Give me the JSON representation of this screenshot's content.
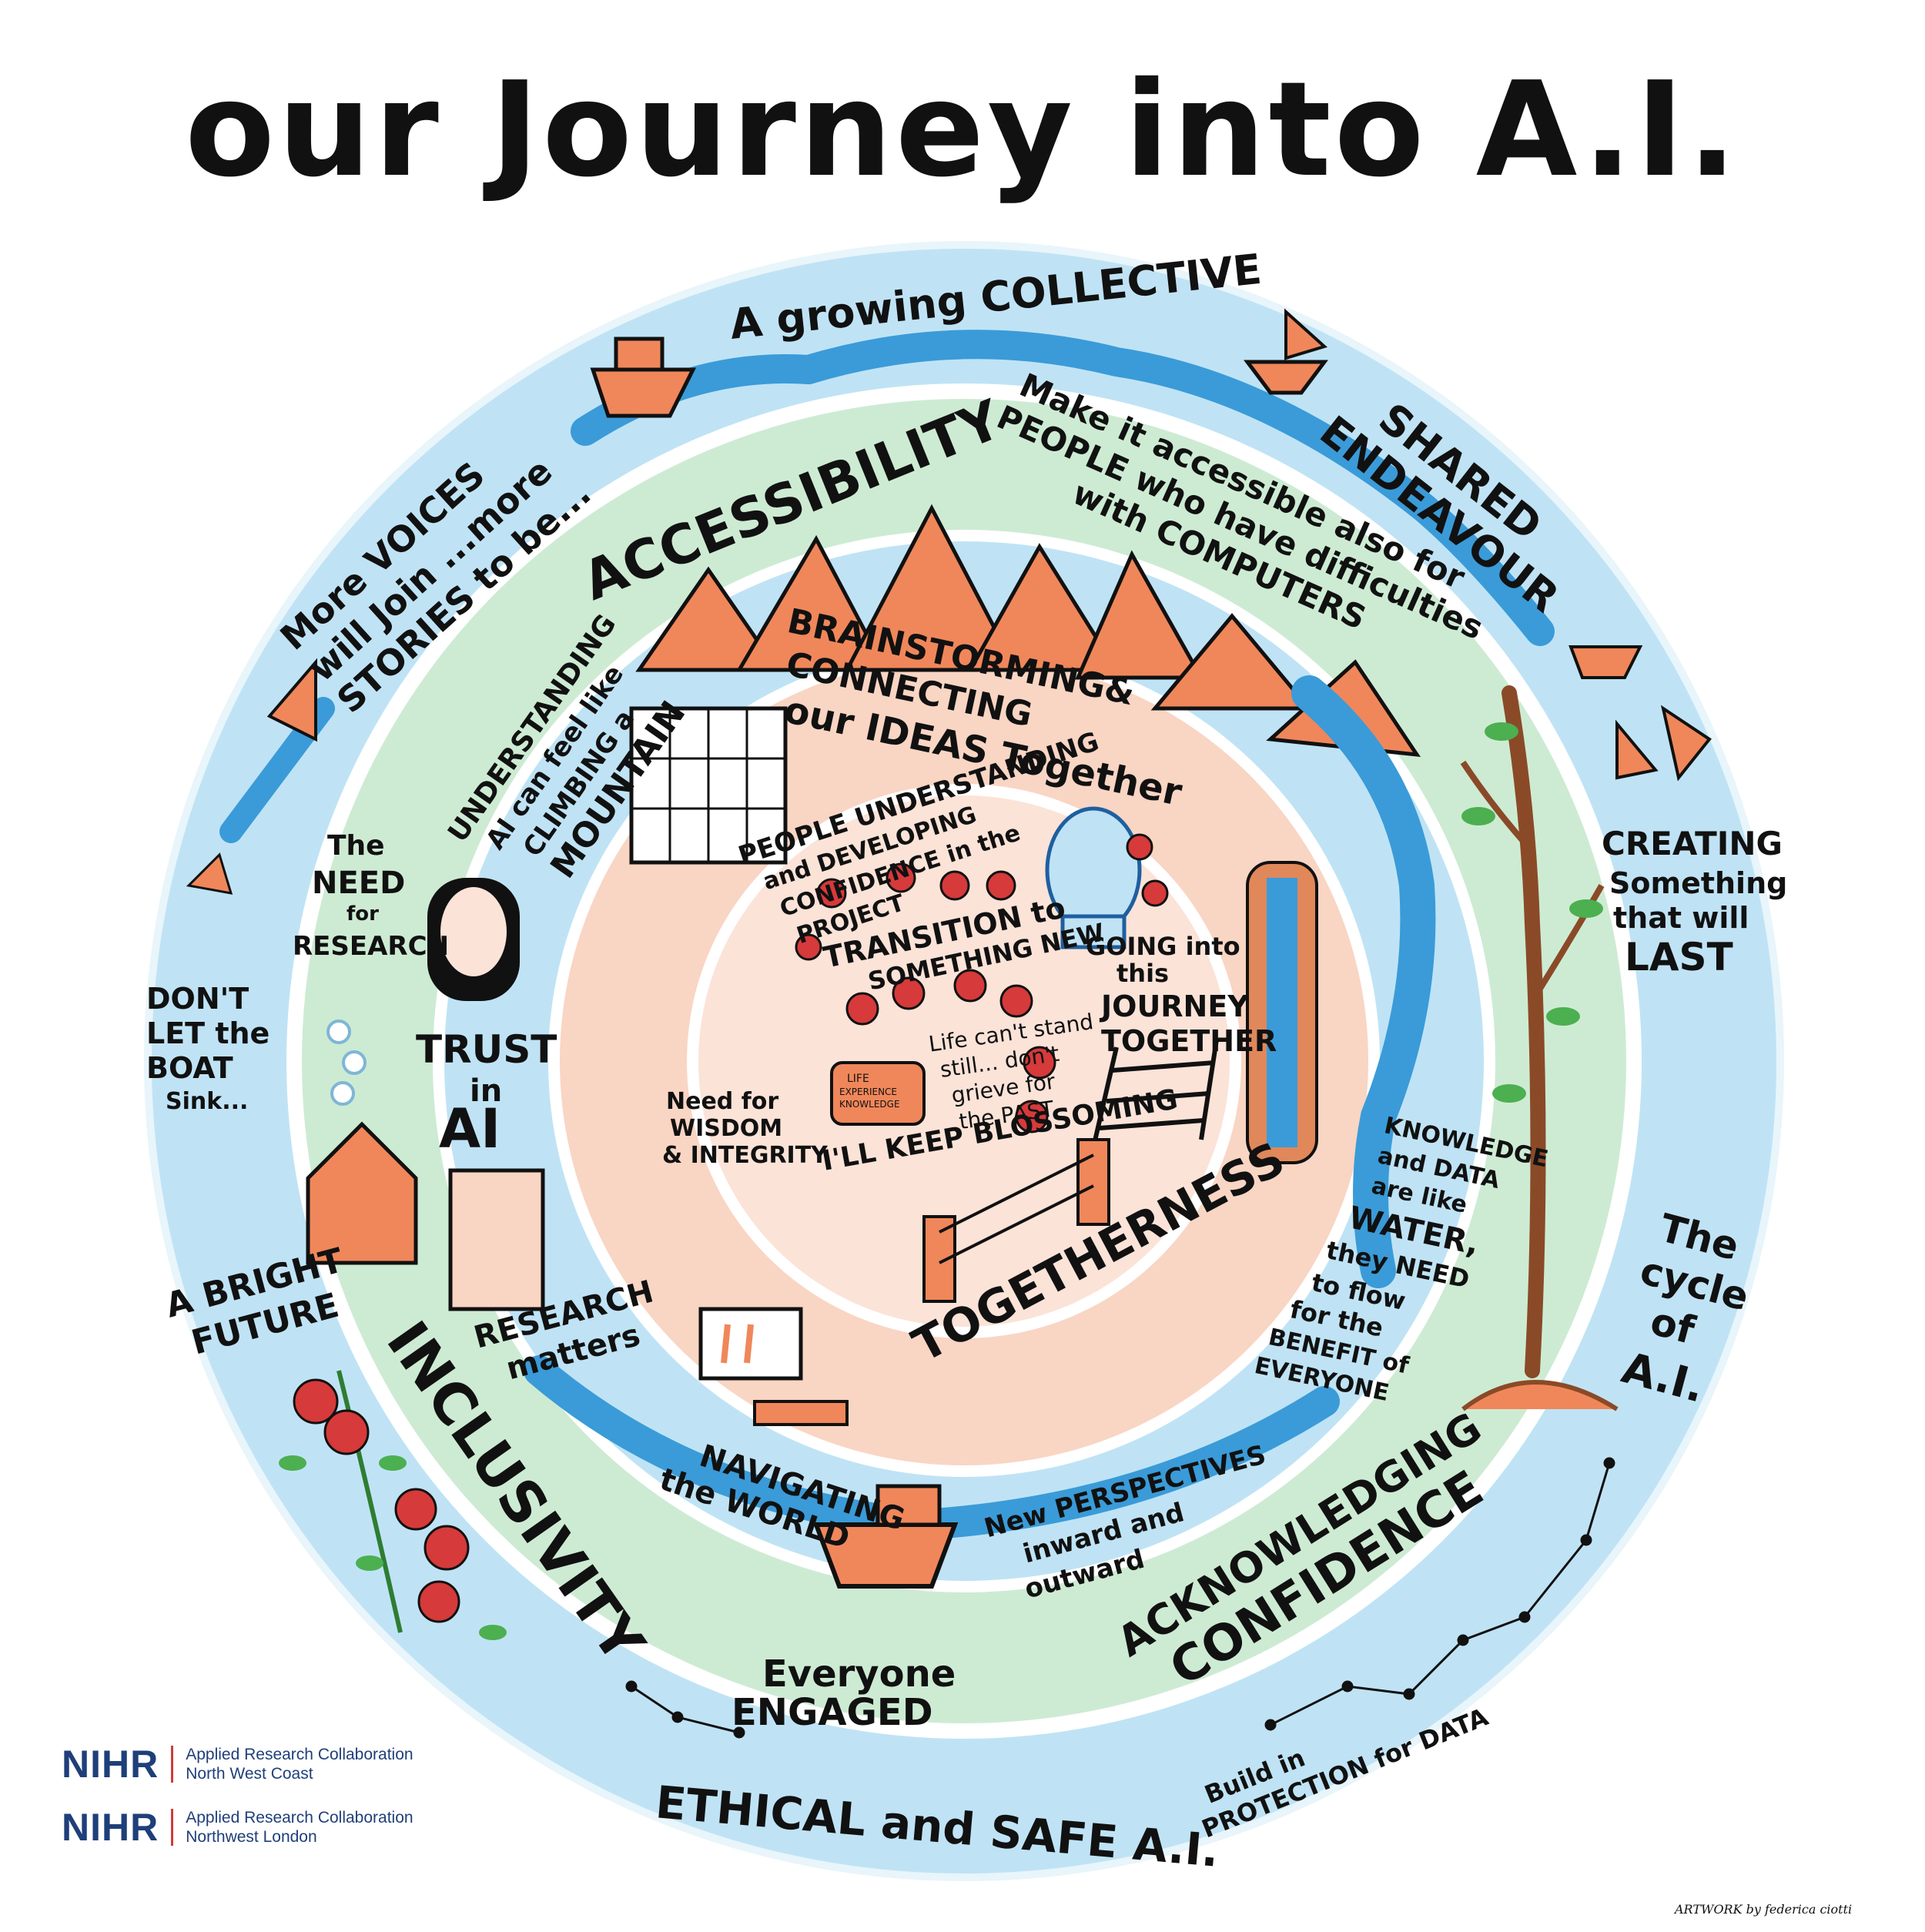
{
  "title": "our Journey into A.I.",
  "outer_ring": {
    "a_growing_collective": "A growing COLLECTIVE",
    "shared_endeavour_1": "SHARED",
    "shared_endeavour_2": "ENDEAVOUR",
    "more_voices_1": "More VOICES",
    "more_voices_2": "will Join ...more",
    "more_voices_3": "STORIES to be...",
    "dont_let_1": "DON'T",
    "dont_let_2": "LET the",
    "dont_let_3": "BOAT",
    "dont_let_4": "Sink...",
    "creating_1": "CREATING",
    "creating_2": "Something",
    "creating_3": "that will",
    "creating_4": "LAST",
    "bright_future_1": "A BRIGHT",
    "bright_future_2": "FUTURE",
    "cycle_1": "The",
    "cycle_2": "cycle",
    "cycle_3": "of",
    "cycle_4": "A.I.",
    "ethical": "ETHICAL and SAFE A.I.",
    "build_in_1": "Build in",
    "build_in_2": "PROTECTION for DATA"
  },
  "green_ring": {
    "accessibility": "ACCESSIBILITY",
    "make_accessible_1": "Make it accessible also for",
    "make_accessible_2": "PEOPLE who have difficulties",
    "make_accessible_3": "with COMPUTERS",
    "the_need_1": "The",
    "the_need_2": "NEED",
    "the_need_3": "for",
    "the_need_4": "RESEARCH",
    "inclusivity": "INCLUSIVITY",
    "acknowledging_1": "ACKNOWLEDGING",
    "acknowledging_2": "CONFIDENCE",
    "everyone_1": "Everyone",
    "everyone_2": "ENGAGED",
    "knowledge_1": "KNOWLEDGE",
    "knowledge_2": "and DATA",
    "knowledge_3": "are like",
    "knowledge_4": "WATER,",
    "knowledge_5": "they NEED",
    "knowledge_6": "to flow",
    "knowledge_7": "for the",
    "knowledge_8": "BENEFIT of",
    "knowledge_9": "EVERYONE"
  },
  "blue_inner_ring": {
    "understanding_1": "UNDERSTANDING",
    "understanding_2": "AI can feel like",
    "understanding_3": "CLIMBING a",
    "understanding_4": "MOUNTAIN",
    "trust_1": "TRUST",
    "trust_2": "in",
    "trust_3": "AI",
    "research_matters_1": "RESEARCH",
    "research_matters_2": "matters",
    "navigating_1": "NAVIGATING",
    "navigating_2": "the WORLD",
    "new_perspectives_1": "New PERSPECTIVES",
    "new_perspectives_2": "inward and",
    "new_perspectives_3": "outward"
  },
  "peach_ring": {
    "brainstorming_1": "BRAINSTORMING&",
    "brainstorming_2": "CONNECTING",
    "brainstorming_3": "our IDEAS Together",
    "people_1": "PEOPLE UNDERSTANDING",
    "people_2": "and DEVELOPING",
    "people_3": "CONFIDENCE in the",
    "people_4": "PROJECT",
    "going_1": "GOING into",
    "going_2": "this",
    "going_3": "JOURNEY",
    "going_4": "TOGETHER",
    "togetherness": "TOGETHERNESS",
    "need_wisdom_1": "Need for",
    "need_wisdom_2": "WISDOM",
    "need_wisdom_3": "& INTEGRITY"
  },
  "center": {
    "transition_1": "TRANSITION to",
    "transition_2": "SOMETHING NEW",
    "life_1": "Life can't stand",
    "life_2": "still... don't",
    "life_3": "grieve for",
    "life_4": "the PAST",
    "chest_1": "LIFE",
    "chest_2": "EXPERIENCE",
    "chest_3": "KNOWLEDGE",
    "blossoming": "I'LL KEEP BLOSSOMING"
  },
  "logos": [
    {
      "name": "NIHR",
      "line1": "Applied Research Collaboration",
      "line2": "North West Coast"
    },
    {
      "name": "NIHR",
      "line1": "Applied Research Collaboration",
      "line2": "Northwest London"
    }
  ],
  "credit": "ARTWORK by federica ciotti",
  "colors": {
    "outer_blue": "#bfe3f5",
    "water_blue": "#3a9bd8",
    "green": "#cdebd3",
    "peach": "#f9d5c4",
    "orange": "#f0875a",
    "rose_red": "#d63a3a",
    "leaf_green": "#4caf50",
    "ink": "#111111"
  },
  "icons": [
    "steamboat-icon",
    "sailboat-icon",
    "mountain-icon",
    "river-icon",
    "tree-icon",
    "rose-icon",
    "house-icon",
    "portrait-icon",
    "ladder-icon",
    "computer-icon",
    "bridge-icon",
    "waterfall-icon",
    "treasure-chest-icon",
    "statue-head-icon",
    "video-grid-icon"
  ]
}
